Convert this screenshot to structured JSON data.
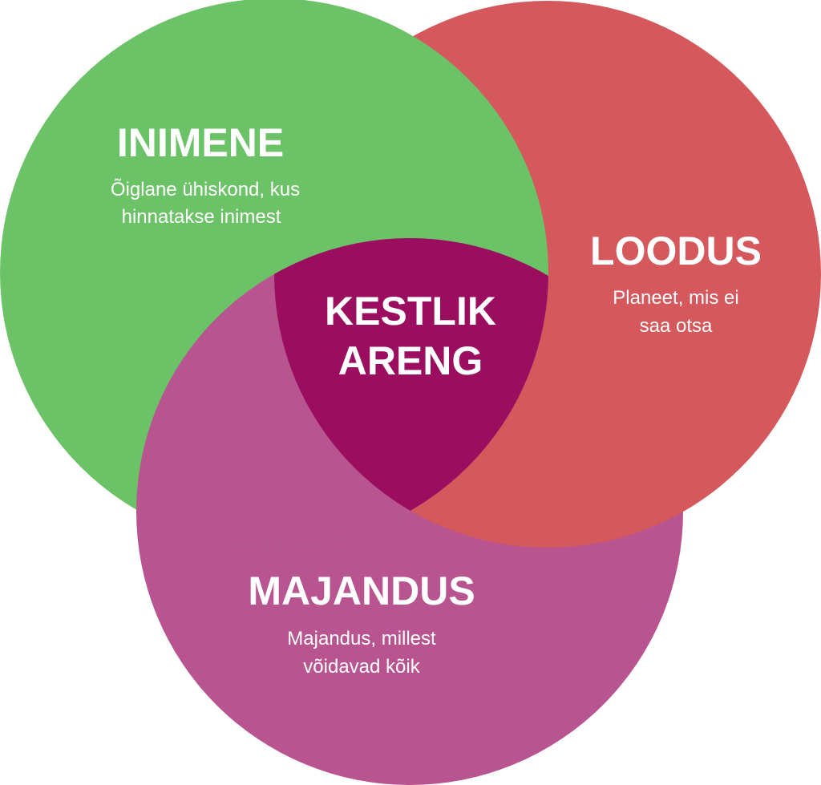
{
  "colors": {
    "inimene": "#6CC267",
    "loodus": "#D5585C",
    "majandus": "#B85490",
    "center": "#9A0D5F"
  },
  "circles": {
    "inimene": {
      "title": "INIMENE",
      "lines": [
        "Õiglane ühiskond, kus",
        "hinnatakse inimest"
      ]
    },
    "loodus": {
      "title": "LOODUS",
      "lines": [
        "Planeet, mis ei",
        "saa otsa"
      ]
    },
    "majandus": {
      "title": "MAJANDUS",
      "lines": [
        "Majandus, millest",
        "võidavad kõik"
      ]
    }
  },
  "center": {
    "lines": [
      "KESTLIK",
      "ARENG"
    ]
  }
}
